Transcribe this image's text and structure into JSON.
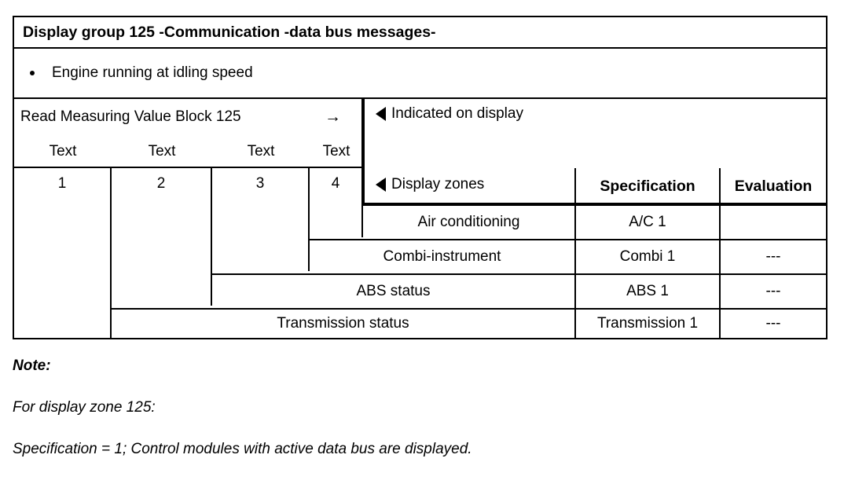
{
  "table": {
    "title": "Display group 125 -Communication -data bus messages-",
    "condition": {
      "bullet_icon": "bullet-dot",
      "text": "Engine running at idling speed"
    },
    "read_block": {
      "label": "Read Measuring Value Block 125",
      "arrow_icon": "right-arrow-icon",
      "arrow_glyph": "→",
      "text_labels": [
        "Text",
        "Text",
        "Text",
        "Text"
      ]
    },
    "field_numbers": [
      "1",
      "2",
      "3",
      "4"
    ],
    "indicated": {
      "marker_icon": "left-triangle-icon",
      "label": "Indicated on display"
    },
    "headers": {
      "display_zones_marker_icon": "left-triangle-icon",
      "display_zones": "Display zones",
      "specification": "Specification",
      "evaluation": "Evaluation"
    },
    "rows": [
      {
        "zone": "Air conditioning",
        "specification": "A/C 1",
        "evaluation": ""
      },
      {
        "zone": "Combi-instrument",
        "specification": "Combi 1",
        "evaluation": "---"
      },
      {
        "zone": "ABS status",
        "specification": "ABS 1",
        "evaluation": "---"
      },
      {
        "zone": "Transmission status",
        "specification": "Transmission 1",
        "evaluation": "---"
      }
    ]
  },
  "note": {
    "heading": "Note:",
    "line1": "For display zone 125:",
    "line2": "Specification = 1; Control modules with active data bus are displayed."
  },
  "colors": {
    "ink": "#000000",
    "page": "#ffffff"
  }
}
